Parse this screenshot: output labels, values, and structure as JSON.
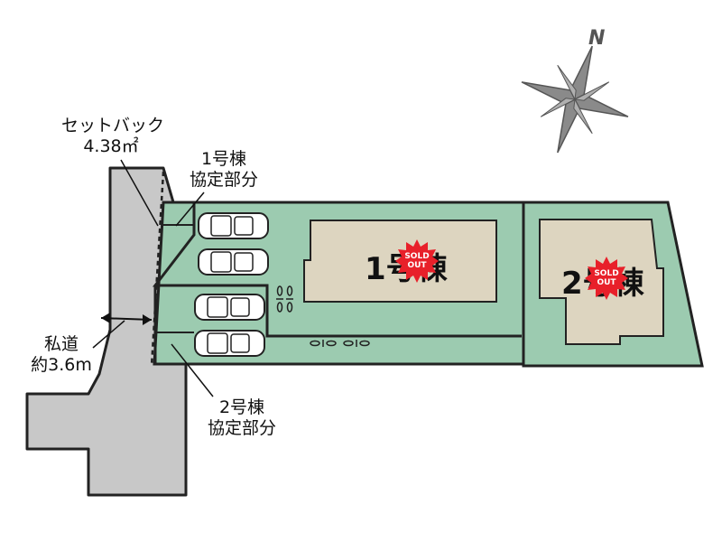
{
  "labels": {
    "setback_title": "セットバック",
    "setback_area": "4.38㎡",
    "agreement1_line1": "1号棟",
    "agreement1_line2": "協定部分",
    "agreement2_line1": "2号棟",
    "agreement2_line2": "協定部分",
    "private_road_line1": "私道",
    "private_road_line2": "約3.6m",
    "building1": "1号棟",
    "building2": "2号棟",
    "sold_out_line1": "SOLD",
    "sold_out_line2": "OUT",
    "north": "N"
  },
  "colors": {
    "lot_green": "#9ccbb0",
    "road_gray": "#c8c8c8",
    "building_beige": "#ddd5c0",
    "sold_red": "#e8202a",
    "compass_gray": "#8a8a8a"
  },
  "icons": [
    "compass-rose-icon",
    "car-icon",
    "bicycle-icon",
    "starburst-badge-icon"
  ]
}
